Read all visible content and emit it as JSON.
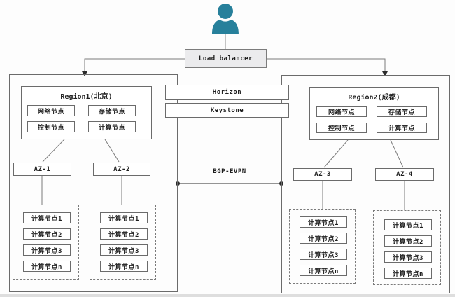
{
  "user": {
    "icon": "person"
  },
  "load_balancer": {
    "label": "Load balancer"
  },
  "services": [
    {
      "label": "Horizon"
    },
    {
      "label": "Keystone"
    }
  ],
  "network_link": {
    "label": "BGP-EVPN"
  },
  "regions": [
    {
      "title": "Region1(北京)",
      "nodes": [
        "网络节点",
        "存储节点",
        "控制节点",
        "计算节点"
      ]
    },
    {
      "title": "Region2(成都)",
      "nodes": [
        "网络节点",
        "存储节点",
        "控制节点",
        "计算节点"
      ]
    }
  ],
  "azs": [
    {
      "label": "AZ-1",
      "nodes": [
        "计算节点1",
        "计算节点2",
        "计算节点3",
        "计算节点n"
      ]
    },
    {
      "label": "AZ-2",
      "nodes": [
        "计算节点1",
        "计算节点2",
        "计算节点3",
        "计算节点n"
      ]
    },
    {
      "label": "AZ-3",
      "nodes": [
        "计算节点1",
        "计算节点2",
        "计算节点3",
        "计算节点n"
      ]
    },
    {
      "label": "AZ-4",
      "nodes": [
        "计算节点1",
        "计算节点2",
        "计算节点3",
        "计算节点n"
      ]
    }
  ],
  "colors": {
    "person": "#27809b",
    "line": "#7c7c7c",
    "dot": "#2b2b2b"
  }
}
